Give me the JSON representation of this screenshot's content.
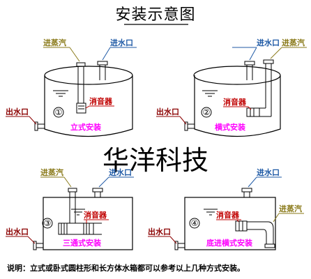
{
  "title": "安装示意图",
  "watermark": "华洋科技",
  "note": "说明：立式或卧式圆柱形和长方体水箱都可以参考以上几种方式安装。",
  "colors": {
    "steam": "#8a7a1a",
    "water_in": "#1f5aa6",
    "outlet": "#8b0000",
    "silencer": "#c00000",
    "install": "#ff00ff"
  },
  "diagrams": [
    {
      "number": "①",
      "steam_label": "进蒸汽",
      "water_label": "进水口",
      "outlet_label": "出水口",
      "silencer_label": "消音器",
      "install_label": "立式安装"
    },
    {
      "number": "②",
      "steam_label": "进蒸汽",
      "water_label": "进水口",
      "outlet_label": "出水口",
      "silencer_label": "消音器",
      "install_label": "横式安装"
    },
    {
      "number": "③",
      "steam_label": "进蒸汽",
      "water_label": "进水口",
      "outlet_label": "出水口",
      "silencer_label": "消音器",
      "install_label": "三通式安装"
    },
    {
      "number": "④",
      "steam_label": "进蒸汽",
      "water_label": "进水口",
      "outlet_label": "出水口",
      "silencer_label": "消音器",
      "install_label": "底进横式安装"
    }
  ]
}
